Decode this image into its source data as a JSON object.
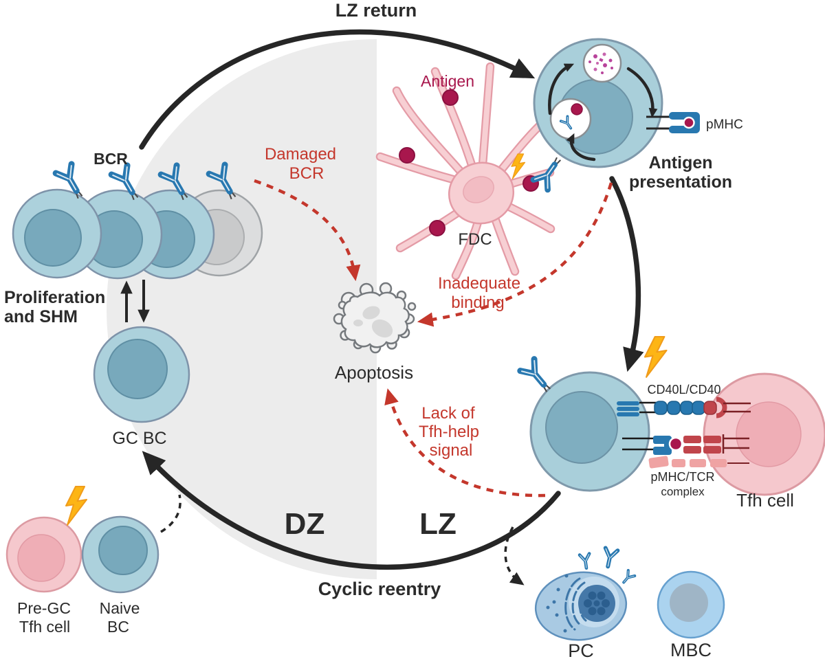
{
  "labels": {
    "lz_return": "LZ return",
    "antigen": "Antigen",
    "fdc": "FDC",
    "pmhc": "pMHC",
    "antigen_presentation_line1": "Antigen",
    "antigen_presentation_line2": "presentation",
    "bcr": "BCR",
    "damaged_bcr_line1": "Damaged",
    "damaged_bcr_line2": "BCR",
    "proliferation_line1": "Proliferation",
    "proliferation_line2": "and SHM",
    "inadequate_line1": "Inadequate",
    "inadequate_line2": "binding",
    "apoptosis": "Apoptosis",
    "gc_bc": "GC BC",
    "lack_line1": "Lack of",
    "lack_line2": "Tfh-help",
    "lack_line3": "signal",
    "cd40": "CD40L/CD40",
    "pmhc_tcr_line1": "pMHC/TCR",
    "pmhc_tcr_line2": "complex",
    "tfh_cell": "Tfh cell",
    "dz": "DZ",
    "lz": "LZ",
    "cyclic_reentry": "Cyclic reentry",
    "pre_gc_line1": "Pre-GC",
    "pre_gc_line2": "Tfh cell",
    "naive_line1": "Naive",
    "naive_line2": "BC",
    "pc": "PC",
    "mbc": "MBC"
  },
  "colors": {
    "dz_fill": "#ECECEC",
    "black": "#262626",
    "alert_red": "#C4372C",
    "antigen_magenta": "#A8174D",
    "antibody_blue": "#2878B0",
    "bcr_label_blue": "#3186BC",
    "teal_cell_body": "#ACD1DC",
    "teal_cell_nucleus": "#78A9BC",
    "gray_cell_body": "#DCDDDE",
    "pink_cell_body": "#F5C8CD",
    "pink_cell_nucleus": "#EFAEB6",
    "fdc_pink": "#F7CFD3",
    "lightning_yellow": "#FDB515",
    "plasma_cell_blue": "#A9CAE3",
    "memory_cell_blue": "#ABD3EF",
    "apoptosis_text_gray": "#8D9296",
    "dz_label_gray": "#C7C7C7",
    "lz_label_gray": "#E1E1E1"
  }
}
